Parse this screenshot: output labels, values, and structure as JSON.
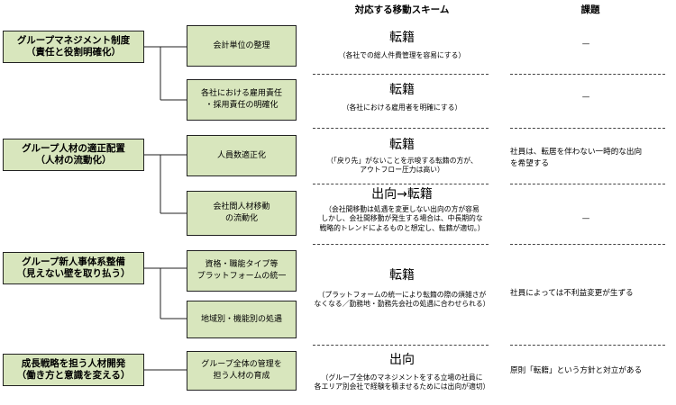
{
  "header": {
    "scheme": "対応する移動スキーム",
    "issue": "課題"
  },
  "categories": [
    {
      "line1": "グループマネジメント制度",
      "line2": "（責任と役割明確化）"
    },
    {
      "line1": "グループ人材の適正配置",
      "line2": "（人材の流動化）"
    },
    {
      "line1": "グループ新人事体系整備",
      "line2": "（見えない壁を取り払う）"
    },
    {
      "line1": "成長戦略を担う人材開発",
      "line2": "（働き方と意識を変える）"
    }
  ],
  "subitems": [
    {
      "line1": "会計単位の整理",
      "line2": ""
    },
    {
      "line1": "各社における雇用責任",
      "line2": "・採用責任の明確化"
    },
    {
      "line1": "人員数適正化",
      "line2": ""
    },
    {
      "line1": "会社間人材移動",
      "line2": "の流動化"
    },
    {
      "line1": "資格・職能タイプ等",
      "line2": "プラットフォームの統一"
    },
    {
      "line1": "地域別・機能別の処遇",
      "line2": ""
    },
    {
      "line1": "グループ全体の管理を",
      "line2": "担う人材の育成"
    }
  ],
  "schemes": [
    {
      "title": "転籍",
      "notes": [
        "（各社での総人件費管理を容易にする）"
      ]
    },
    {
      "title": "転籍",
      "notes": [
        "（各社における雇用者を明確にする）"
      ]
    },
    {
      "title": "転籍",
      "notes": [
        "（「戻り先」がないことを示唆する転籍の方が、",
        "アウトフロー圧力は高い）"
      ]
    },
    {
      "title": "出向→転籍",
      "notes": [
        "（会社間移動は処遇を変更しない出向の方が容易",
        "しかし、会社間移動が発生する場合は、中長期的な",
        "戦略的トレンドによるものと想定し、転籍が適切。）"
      ]
    },
    {
      "title": "転籍",
      "notes": [
        "（プラットフォームの統一により転籍の際の煩雑さが",
        "なくなる／勤務地・勤務先会社の処遇に合わせられる）"
      ]
    },
    {
      "title": "出向",
      "notes": [
        "（グループ全体のマネジメントをする立場の社員に",
        "各エリア別会社で経験を積ませるためには出向が適切）"
      ]
    }
  ],
  "issues": [
    {
      "lines": [
        "—"
      ]
    },
    {
      "lines": [
        "—"
      ]
    },
    {
      "lines": [
        "社員は、転居を伴わない一時的な出向",
        "を希望する"
      ]
    },
    {
      "lines": [
        "—"
      ]
    },
    {
      "lines": [
        "社員によっては不利益変更が生ずる"
      ]
    },
    {
      "lines": [
        "原則「転籍」という方針と対立がある"
      ]
    }
  ]
}
